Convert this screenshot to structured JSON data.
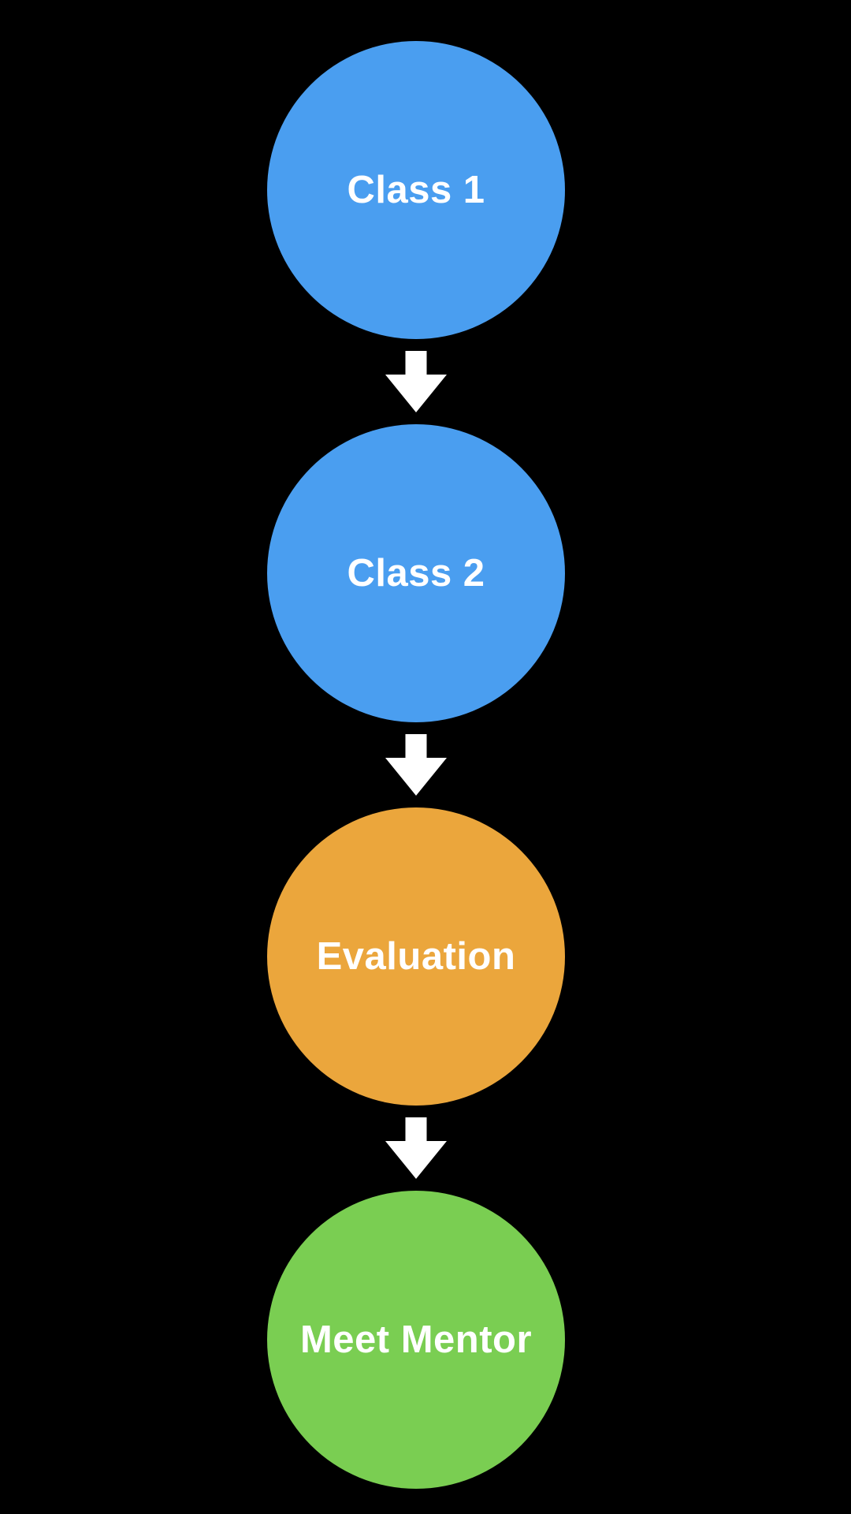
{
  "diagram": {
    "background_color": "#000000",
    "arrow_color": "#ffffff",
    "label_color": "#ffffff",
    "nodes": [
      {
        "id": "class-1",
        "label": "Class 1",
        "shape": "circle",
        "color": "#4a9ef0"
      },
      {
        "id": "class-2",
        "label": "Class 2",
        "shape": "circle",
        "color": "#4a9ef0"
      },
      {
        "id": "evaluation",
        "label": "Evaluation",
        "shape": "circle",
        "color": "#eba63c"
      },
      {
        "id": "meet-mentor",
        "label": "Meet Mentor",
        "shape": "circle",
        "color": "#7ace52"
      }
    ],
    "connections": [
      {
        "from": "class-1",
        "to": "class-2",
        "style": "down-arrow"
      },
      {
        "from": "class-2",
        "to": "evaluation",
        "style": "down-arrow"
      },
      {
        "from": "evaluation",
        "to": "meet-mentor",
        "style": "down-arrow"
      }
    ]
  }
}
